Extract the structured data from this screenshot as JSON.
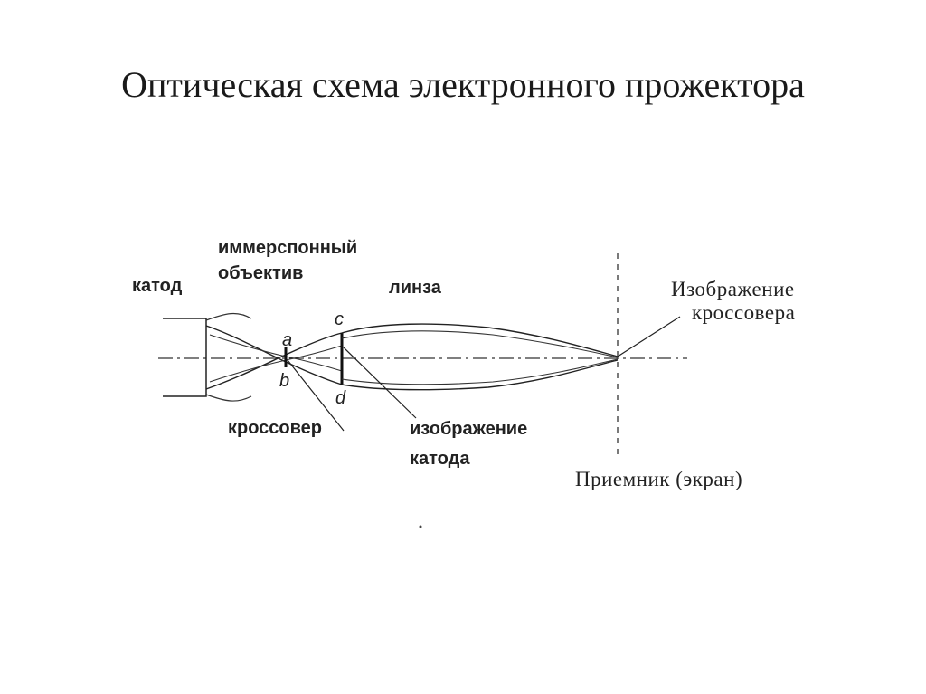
{
  "slide": {
    "title": "Оптическая схема электронного прожектора"
  },
  "diagram": {
    "labels": {
      "cathode": "катод",
      "immersion_line1": "иммерспонный",
      "immersion_line2": "объектив",
      "lens": "линза",
      "crossover": "кроссовер",
      "cathode_image_line1": "изображение",
      "cathode_image_line2": "катода",
      "crossover_image_line1": "Изображение",
      "crossover_image_line2": "кроссовера",
      "receiver": "Приемник (экран)",
      "point_a": "a",
      "point_b": "b",
      "point_c": "c",
      "point_d": "d"
    }
  }
}
